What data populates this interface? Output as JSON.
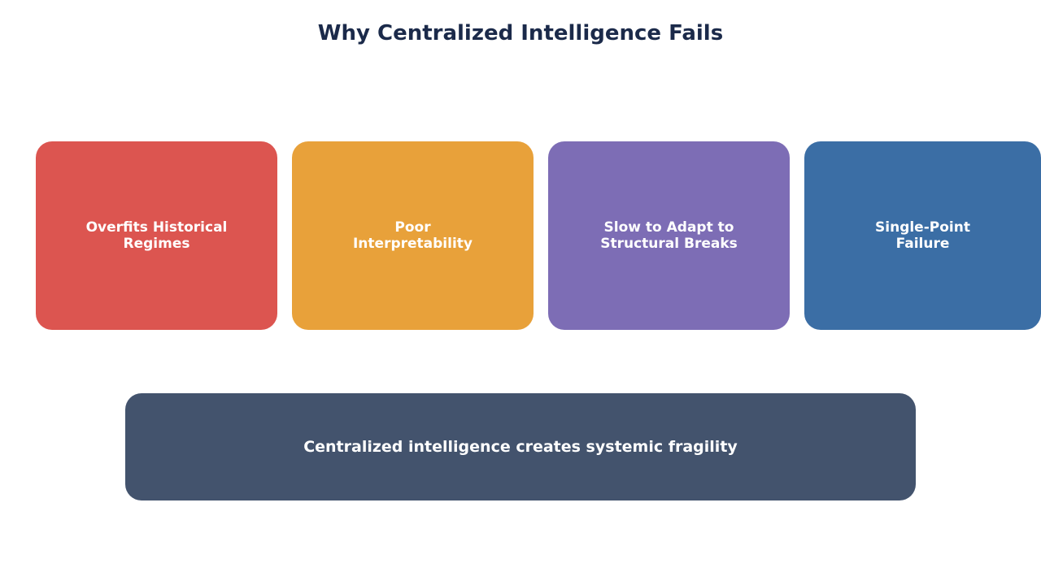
{
  "title": "Why Centralized Intelligence Fails",
  "cards": [
    {
      "label": "Overfits Historical\nRegimes",
      "color": "#dc5550"
    },
    {
      "label": "Poor\nInterpretability",
      "color": "#e8a13a"
    },
    {
      "label": "Slow to Adapt to\nStructural Breaks",
      "color": "#7d6db5"
    },
    {
      "label": "Single-Point\nFailure",
      "color": "#3b6ea5"
    }
  ],
  "summary": {
    "label": "Centralized intelligence creates systemic fragility",
    "color": "#43536d"
  },
  "colors": {
    "title": "#1b2a4a",
    "text_on_card": "#ffffff"
  }
}
